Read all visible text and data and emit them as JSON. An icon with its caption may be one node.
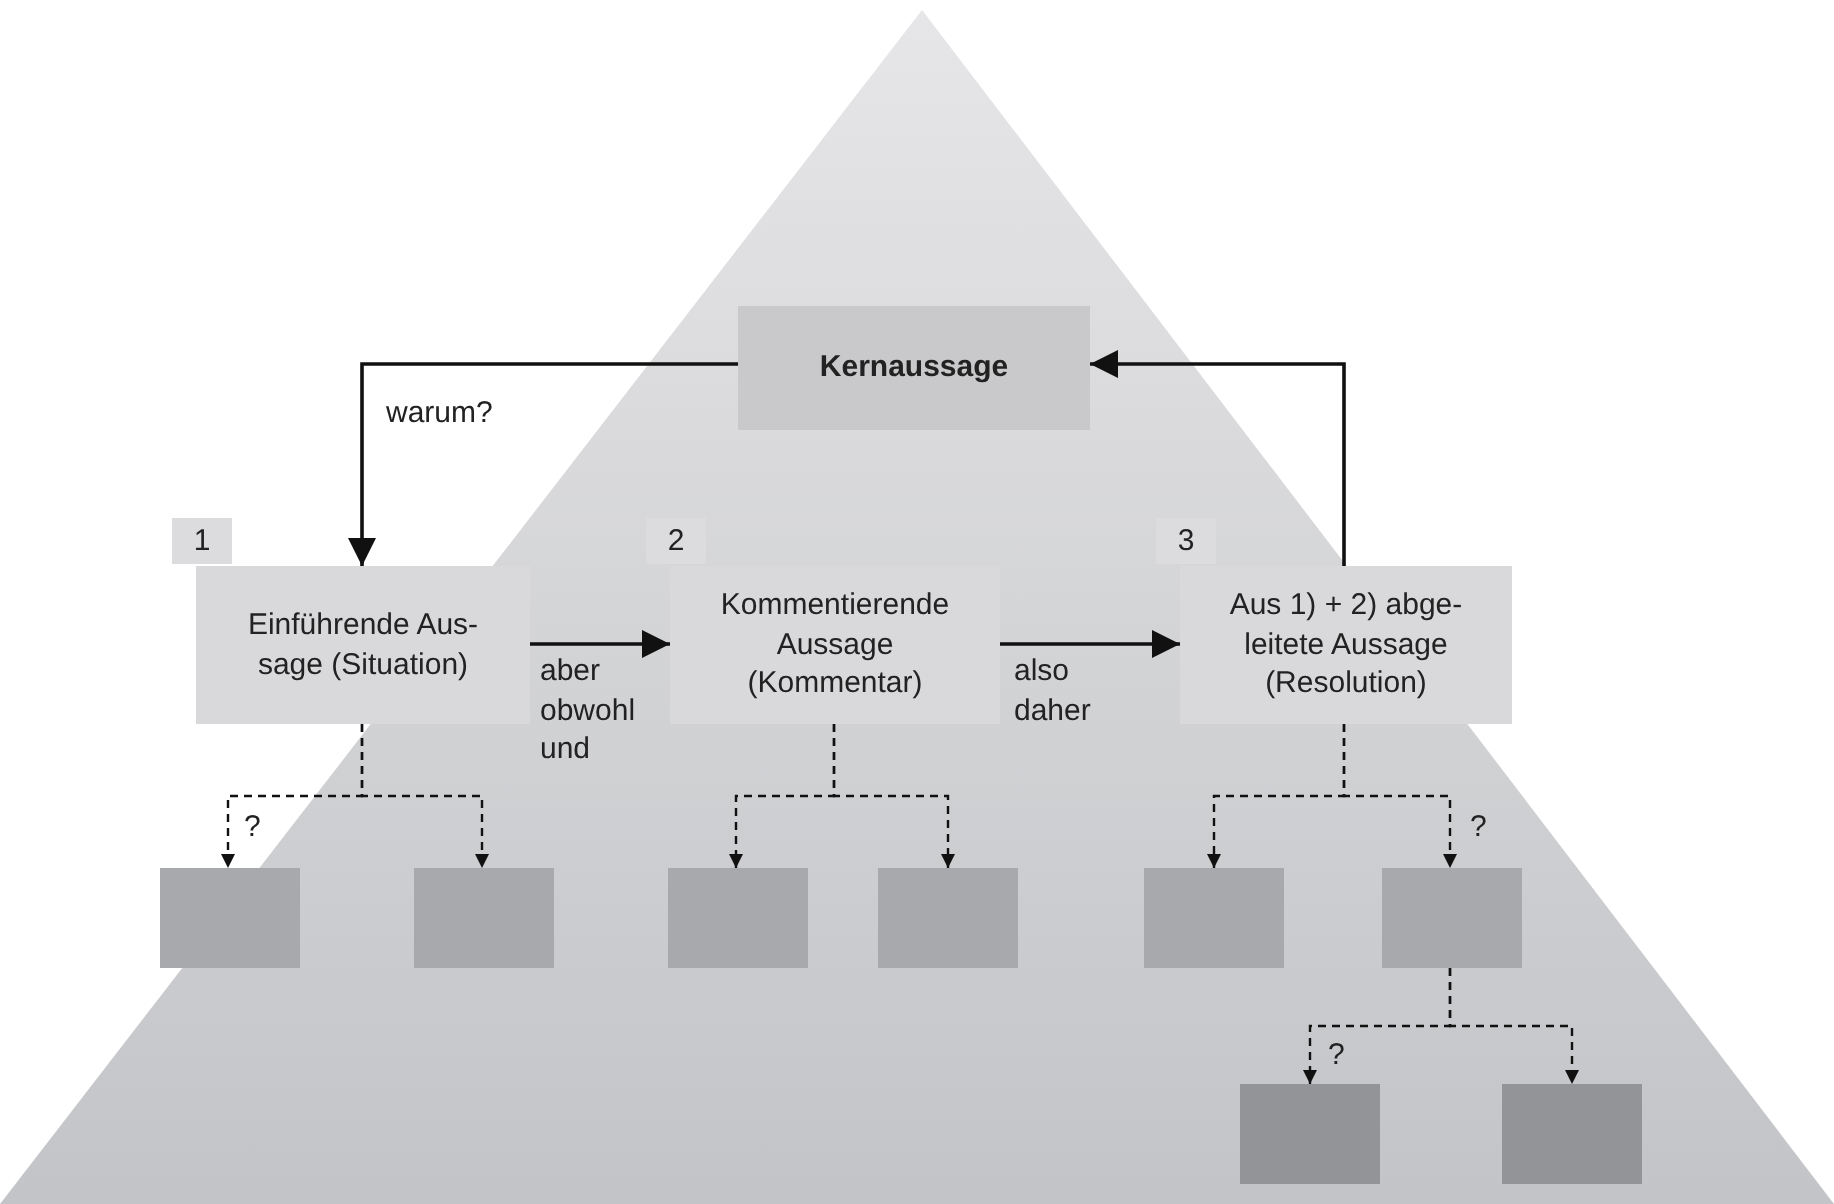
{
  "diagram": {
    "nodes": [
      {
        "text": [
          "Kernaussage"
        ]
      },
      {
        "text": [
          "1",
          "Einführende Aus-sage (Situation)"
        ]
      },
      {
        "text": [
          "2",
          "Kommentierende Aussage (Kommentar)"
        ]
      },
      {
        "text": [
          "3",
          "Aus 1) + 2) abge-leitete Aussage (Resolution)"
        ]
      },
      {
        "text": [],
        "shape": "box"
      },
      {
        "text": [],
        "shape": "box"
      },
      {
        "text": [],
        "shape": "box"
      },
      {
        "text": [],
        "shape": "box"
      },
      {
        "text": [],
        "shape": "box"
      },
      {
        "text": [],
        "shape": "box"
      },
      {
        "text": [],
        "shape": "box"
      },
      {
        "text": [],
        "shape": "box"
      }
    ],
    "edges": [
      {
        "from": 0,
        "to": 1,
        "arrow": "to",
        "label": "warum?"
      },
      {
        "from": 1,
        "to": 2,
        "arrow": "to",
        "label": "aber obwohl und"
      },
      {
        "from": 2,
        "to": 3,
        "arrow": "to",
        "label": "also daher"
      },
      {
        "from": 3,
        "to": 0,
        "arrow": "to"
      },
      {
        "from": 1,
        "to": 4,
        "arrow": "to",
        "label": "?",
        "style": "dashed"
      },
      {
        "from": 1,
        "to": 5,
        "arrow": "to",
        "style": "dashed"
      },
      {
        "from": 2,
        "to": 6,
        "arrow": "to",
        "style": "dashed"
      },
      {
        "from": 2,
        "to": 7,
        "arrow": "to",
        "style": "dashed"
      },
      {
        "from": 3,
        "to": 8,
        "arrow": "to",
        "style": "dashed"
      },
      {
        "from": 3,
        "to": 9,
        "arrow": "to",
        "label": "?",
        "style": "dashed"
      },
      {
        "from": 9,
        "to": 10,
        "arrow": "to",
        "label": "?",
        "style": "dashed"
      },
      {
        "from": 9,
        "to": 11,
        "arrow": "to",
        "style": "dashed"
      }
    ]
  }
}
